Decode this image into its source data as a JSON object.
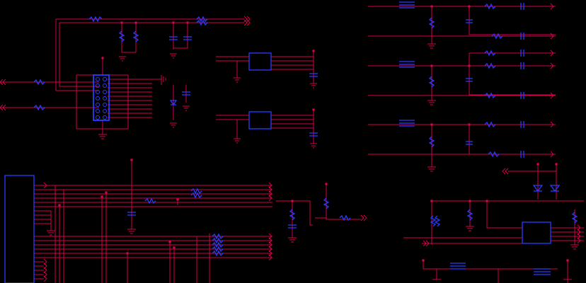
{
  "diagram": {
    "kind": "schematic",
    "colors": {
      "background": "#000000",
      "wire": "#d4004a",
      "component": "#2a3cff",
      "fill": "#1b2bd8"
    },
    "blocks": [
      {
        "id": "connector-header",
        "type": "header",
        "pins": 7
      },
      {
        "id": "ic-u1",
        "type": "ic"
      },
      {
        "id": "ic-u2",
        "type": "ic"
      },
      {
        "id": "ic-u3",
        "type": "ic"
      },
      {
        "id": "edge-connector",
        "type": "connector"
      }
    ]
  }
}
